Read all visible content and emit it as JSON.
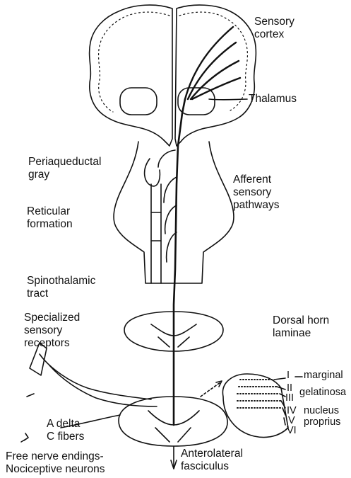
{
  "labels": {
    "sensory_cortex": [
      "Sensory",
      "cortex"
    ],
    "thalamus": "Thalamus",
    "periaqueductal_gray": [
      "Periaqueductal",
      "gray"
    ],
    "afferent_pathways": [
      "Afferent",
      "sensory",
      "pathways"
    ],
    "reticular_formation": [
      "Reticular",
      "formation"
    ],
    "spinothalamic_tract": [
      "Spinothalamic",
      "tract"
    ],
    "specialized_receptors": [
      "Specialized",
      "sensory",
      "receptors"
    ],
    "dorsal_horn_laminae": [
      "Dorsal horn",
      "laminae"
    ],
    "lamina_I": "I",
    "marginal": "marginal",
    "lamina_II": "II",
    "lamina_III": "III",
    "gelatinosa": "gelatinosa",
    "lamina_IV": "IV",
    "lamina_V": "V",
    "lamina_VI": "VI",
    "nucleus_proprius": [
      "nucleus",
      "proprius"
    ],
    "fibers": [
      "A delta",
      "C fibers"
    ],
    "free_nerve_endings": [
      "Free nerve endings-",
      "Nociceptive neurons"
    ],
    "anterolateral_fasciculus": [
      "Anterolateral",
      "fasciculus"
    ]
  }
}
